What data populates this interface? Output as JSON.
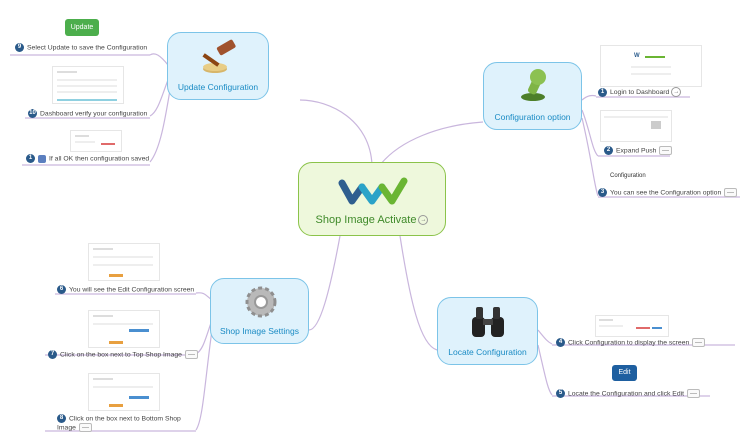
{
  "center": {
    "title": "Shop Image Activate"
  },
  "topics": {
    "update": {
      "title": "Update Configuration"
    },
    "config_option": {
      "title": "Configuration option"
    },
    "shop_settings": {
      "title": "Shop Image Settings"
    },
    "locate": {
      "title": "Locate Configuration"
    }
  },
  "steps": {
    "s1": {
      "num": "1",
      "text": "Login to Dashboard"
    },
    "s2": {
      "num": "2",
      "text": "Expand Push"
    },
    "s3": {
      "num": "3",
      "text": "You can see the Configuration option"
    },
    "s4": {
      "num": "4",
      "text": "Click Configuration to display the screen"
    },
    "s5": {
      "num": "5",
      "text": "Locate the Configuration and click Edit"
    },
    "s6": {
      "num": "6",
      "text": "You will see the Edit Configuration screen"
    },
    "s7": {
      "num": "7",
      "text": "Click on the box next to Top Shop Image"
    },
    "s8": {
      "num": "8",
      "text": "Click on the box next to Bottom Shop Image"
    },
    "s9": {
      "num": "9",
      "text": "Select Update to save the Configuration"
    },
    "s10": {
      "num": "10",
      "text": "Dashboard verify your configuration"
    },
    "s11": {
      "num": "1",
      "text": "If all OK then configuration saved"
    }
  },
  "thumb_labels": {
    "update_button": "Update",
    "edit_button": "Edit",
    "configuration": "Configuration"
  },
  "colors": {
    "topic_border": "#7cc4e8",
    "topic_fill": "#dff2fc",
    "topic_text": "#1a8bc4",
    "center_border": "#8bc34a",
    "center_text": "#3f8a2a",
    "connector": "#c9b6dd"
  }
}
